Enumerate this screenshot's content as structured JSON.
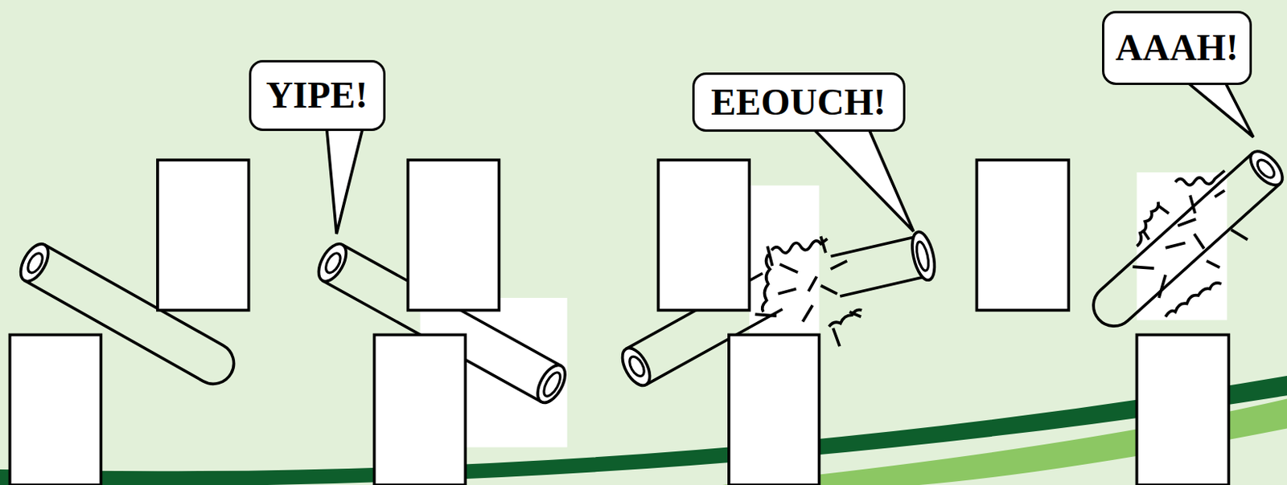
{
  "diagram": {
    "nodes": [
      {
        "text": [
          "YIPE!"
        ]
      },
      {
        "text": [
          "EEOUCH!"
        ]
      },
      {
        "text": [
          "AAAH!"
        ]
      }
    ]
  }
}
